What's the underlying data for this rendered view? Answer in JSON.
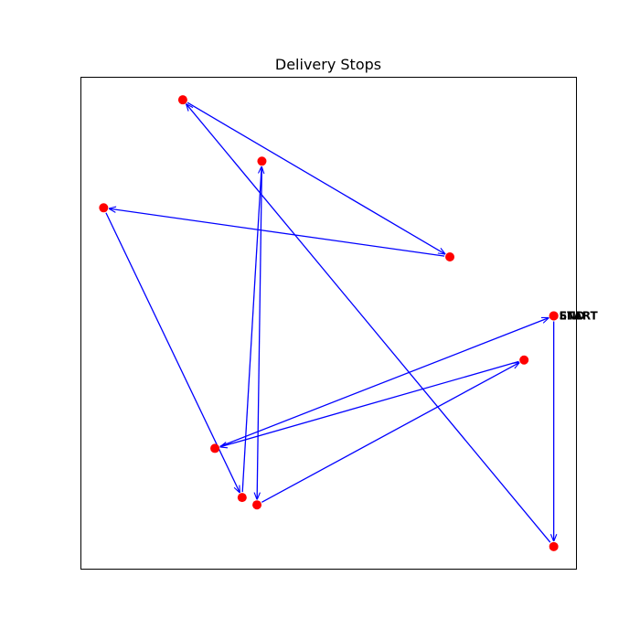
{
  "chart_data": {
    "type": "scatter",
    "title": "Delivery Stops",
    "xlabel": "",
    "ylabel": "",
    "axes_visible": false,
    "xlim": [
      0,
      100
    ],
    "ylim": [
      0,
      100
    ],
    "colors": {
      "points": "#ff0000",
      "route": "#0000ff"
    },
    "points": [
      {
        "x": 95.5,
        "y": 51.5,
        "label": "START"
      },
      {
        "x": 95.5,
        "y": 4.5,
        "label": ""
      },
      {
        "x": 20.5,
        "y": 95.5,
        "label": ""
      },
      {
        "x": 74.5,
        "y": 63.5,
        "label": ""
      },
      {
        "x": 4.5,
        "y": 73.5,
        "label": ""
      },
      {
        "x": 32.5,
        "y": 14.5,
        "label": ""
      },
      {
        "x": 36.5,
        "y": 83.0,
        "label": ""
      },
      {
        "x": 35.5,
        "y": 13.0,
        "label": ""
      },
      {
        "x": 89.5,
        "y": 42.5,
        "label": ""
      },
      {
        "x": 27.0,
        "y": 24.5,
        "label": ""
      },
      {
        "x": 95.5,
        "y": 51.5,
        "label": "END"
      }
    ]
  }
}
